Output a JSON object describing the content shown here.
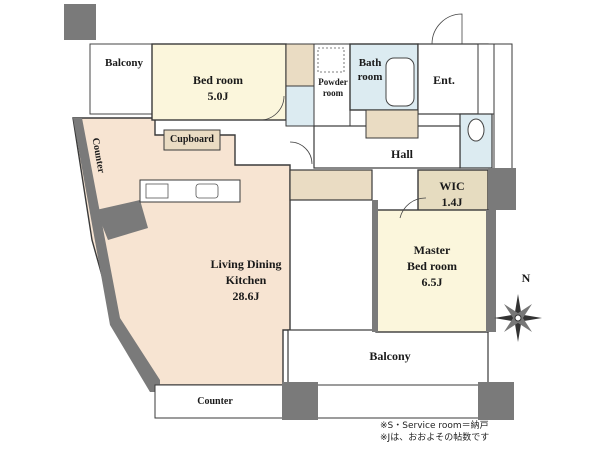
{
  "colors": {
    "wall": "#7a7a7a",
    "outline": "#3a3a3a",
    "ldk": "#f7e4d2",
    "bedroom": "#fbf6dc",
    "wic": "#e6dcc0",
    "wet": "#dcebf1",
    "storage": "#eadcc3",
    "balcony": "#ffffff"
  },
  "rooms": {
    "balcony_top": "Balcony",
    "bedroom": {
      "name": "Bed room",
      "size": "5.0J"
    },
    "powder": {
      "line1": "Powder",
      "line2": "room"
    },
    "bath": {
      "line1": "Bath",
      "line2": "room"
    },
    "entrance": "Ent.",
    "cupboard": "Cupboard",
    "hall": "Hall",
    "counter_left": "Counter",
    "counter_bottom": "Counter",
    "wic": {
      "name": "WIC",
      "size": "1.4J"
    },
    "ldk": {
      "line1": "Living Dining",
      "line2": "Kitchen",
      "size": "28.6J"
    },
    "master": {
      "line1": "Master",
      "line2": "Bed room",
      "size": "6.5J"
    },
    "balcony_bottom": "Balcony"
  },
  "compass": {
    "north": "N"
  },
  "notes": {
    "line1": "※S・Service room＝納戸",
    "line2": "※Jは、おおよその帖数です"
  }
}
